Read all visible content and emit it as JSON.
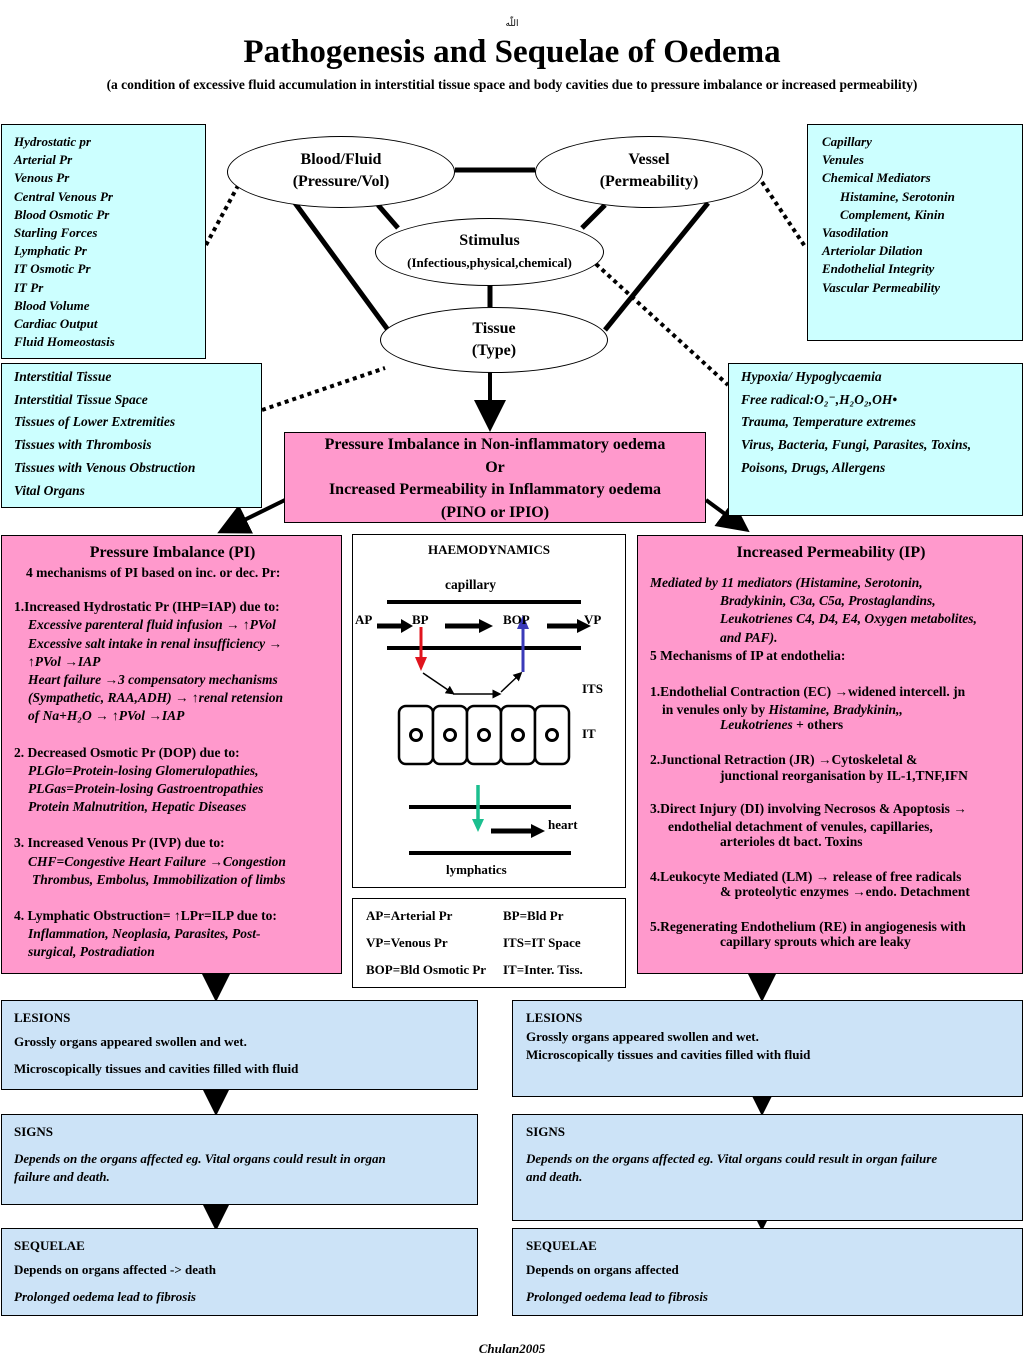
{
  "header": {
    "top_mark": "اللّٰه",
    "title": "Pathogenesis and Sequelae of Oedema",
    "subtitle": "(a condition of excessive fluid accumulation in interstitial tissue space and body cavities due to pressure imbalance or increased permeability)"
  },
  "ovals": {
    "blood": [
      "Blood/Fluid",
      "(Pressure/Vol)"
    ],
    "vessel": [
      "Vessel",
      "(Permeability)"
    ],
    "stimulus": [
      "Stimulus",
      "(Infectious,physical,chemical)"
    ],
    "tissue": [
      "Tissue",
      "(Type)"
    ]
  },
  "boxes": {
    "blood_factors": [
      "Hydrostatic pr",
      "Arterial Pr",
      "Venous Pr",
      "Central Venous Pr",
      "Blood Osmotic Pr",
      "Starling Forces",
      "Lymphatic Pr",
      "IT Osmotic Pr",
      "IT Pr",
      "Blood Volume",
      "Cardiac Output",
      "Fluid Homeostasis"
    ],
    "vessel_factors": [
      "Capillary",
      "Venules",
      "Chemical  Mediators",
      "Histamine, Serotonin",
      "Complement, Kinin",
      "Vasodilation",
      "Arteriolar Dilation",
      "Endothelial Integrity",
      "Vascular Permeability"
    ],
    "tissue_factors": [
      "Interstitial Tissue",
      "Interstitial Tissue Space",
      "Tissues of Lower Extremities",
      "Tissues with Thrombosis",
      "Tissues with Venous Obstruction",
      "Vital Organs"
    ],
    "stimulus_factors": {
      "hypoxia": "Hypoxia/ Hypoglycaemia",
      "free_radical": "Free radical:O₂⁻,H₂O₂,OH•",
      "trauma": "Trauma, Temperature extremes",
      "virus": "Virus, Bacteria, Fungi, Parasites, Toxins,",
      "poisons": "Poisons, Drugs, Allergens"
    },
    "center": [
      "Pressure Imbalance in Non-inflammatory oedema",
      "Or",
      "Increased Permeability in Inflammatory oedema",
      "(PINO or IPIO)"
    ]
  },
  "pi": {
    "title": "Pressure Imbalance (PI)",
    "intro": "4 mechanisms of PI  based on inc. or dec. Pr:",
    "m1": "1.Increased Hydrostatic Pr (IHP=IAP) due to:",
    "m1_items": [
      "Excessive parenteral fluid infusion → ↑PVol",
      "Excessive salt intake in renal insufficiency →",
      "↑PVol →IAP",
      "Heart failure →3 compensatory mechanisms",
      "(Sympathetic, RAA,ADH) → ↑renal retension",
      "of Na+H₂O → ↑PVol →IAP"
    ],
    "m2": "2. Decreased Osmotic Pr (DOP) due to:",
    "m2_items": [
      "PLGlo=Protein-losing Glomerulopathies,",
      "PLGas=Protein-losing Gastroentropathies",
      "Protein Malnutrition, Hepatic Diseases"
    ],
    "m3": "3. Increased Venous Pr (IVP) due to:",
    "m3_items": [
      "CHF=Congestive Heart Failure →Congestion",
      "Thrombus, Embolus, Immobilization of limbs"
    ],
    "m4": "4. Lymphatic Obstruction= ↑LPr=ILP due to:",
    "m4_items": [
      "Inflammation, Neoplasia, Parasites, Post-",
      "surgical, Postradiation"
    ]
  },
  "haemo": {
    "title": "HAEMODYNAMICS",
    "capillary": "capillary",
    "ap": "AP",
    "bp": "BP",
    "bop": "BOP",
    "vp": "VP",
    "its": "ITS",
    "it": "IT",
    "heart": "heart",
    "lymphatics": "lymphatics"
  },
  "legend": {
    "r1": [
      "AP=Arterial Pr",
      "BP=Bld Pr"
    ],
    "r2": [
      "VP=Venous Pr",
      "ITS=IT Space"
    ],
    "r3": [
      "BOP=Bld Osmotic Pr",
      "IT=Inter. Tiss."
    ]
  },
  "ip": {
    "title": "Increased Permeability (IP)",
    "mediated": [
      "Mediated by 11 mediators (Histamine, Serotonin,",
      "Bradykinin, C3a, C5a, Prostaglandins,",
      "Leukotrienes C4, D4, E4, Oxygen metabolites,",
      "and PAF)."
    ],
    "five": "5 Mechanisms of IP at endothelia:",
    "m1": [
      "1.Endothelial Contraction (EC) →widened intercell. jn",
      "in venules only by ",
      "Histamine, Bradykinin,,",
      "Leukotrienes",
      " + others"
    ],
    "m2": [
      "2.Junctional Retraction (JR) →Cytoskeletal &",
      "junctional reorganisation by IL-1,TNF,IFN"
    ],
    "m3": [
      "3.Direct Injury (DI) involving Necrosos & Apoptosis →",
      "endothelial detachment of venules, capillaries,",
      "arterioles dt bact. Toxins"
    ],
    "m4": [
      "4.Leukocyte Mediated (LM) → release of free radicals",
      "& proteolytic enzymes →endo. Detachment"
    ],
    "m5": [
      "5.Regenerating Endothelium (RE) in angiogenesis with",
      "capillary sprouts which are leaky"
    ]
  },
  "left_col": {
    "lesions": [
      "LESIONS",
      "Grossly organs appeared swollen and wet.",
      "Microscopically tissues and cavities filled with fluid"
    ],
    "signs": [
      "SIGNS",
      "Depends on the organs affected eg. Vital organs could result in organ",
      "failure and death."
    ],
    "sequelae": [
      "SEQUELAE",
      "Depends on organs affected -> death",
      "Prolonged oedema lead to fibrosis"
    ]
  },
  "right_col": {
    "lesions": [
      "LESIONS",
      "Grossly organs appeared swollen and wet.",
      "Microscopically tissues and cavities filled with fluid"
    ],
    "signs": [
      "SIGNS",
      "Depends on the organs affected eg. Vital organs could result in organ failure",
      "and death."
    ],
    "sequelae": [
      "SEQUELAE",
      "Depends on organs affected",
      "Prolonged oedema lead to fibrosis"
    ]
  },
  "footer": {
    "author": "Chulan2005"
  },
  "colors": {
    "cyan": "#ccffff",
    "pink": "#ff99cc",
    "blue": "#cce3f7",
    "red_arrow": "#e0141e",
    "blue_arrow": "#3a3ab8",
    "green_arrow": "#1bbf8f"
  }
}
